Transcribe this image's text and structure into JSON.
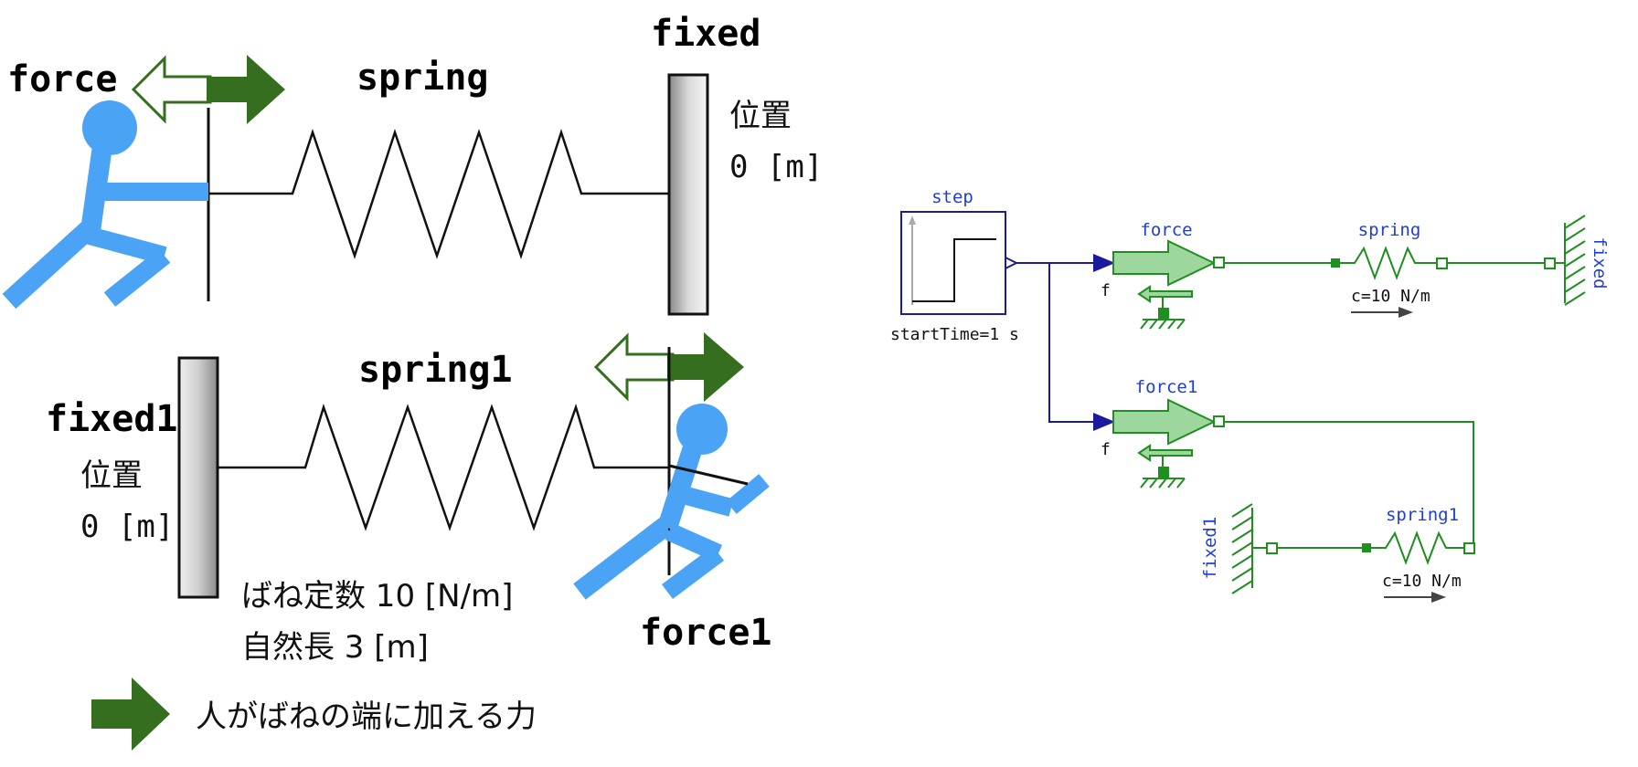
{
  "left": {
    "force_label": "force",
    "spring_label": "spring",
    "fixed_label": "fixed",
    "fixed_pos_label": "位置",
    "fixed_pos_value": "0 [m]",
    "spring1_label": "spring1",
    "fixed1_label": "fixed1",
    "fixed1_pos_label": "位置",
    "fixed1_pos_value": "0 [m]",
    "force1_label": "force1",
    "spring_const": "ばね定数 10 [N/m]",
    "natural_length": "自然長 3 [m]",
    "legend_text": "人がばねの端に加える力",
    "colors": {
      "person": "#4aa3f5",
      "arrow": "#346e1e"
    }
  },
  "modelica": {
    "step_label": "step",
    "step_param": "startTime=1 s",
    "force_label": "force",
    "force_f": "f",
    "force1_label": "force1",
    "force1_f": "f",
    "spring_label": "spring",
    "spring_param": "c=10 N/m",
    "spring1_label": "spring1",
    "spring1_param": "c=10 N/m",
    "fixed_label": "fixed",
    "fixed1_label": "fixed1",
    "colors": {
      "signal": "#1a1a9a",
      "mech": "#1f8f1f",
      "fill": "#9ed79e"
    }
  }
}
